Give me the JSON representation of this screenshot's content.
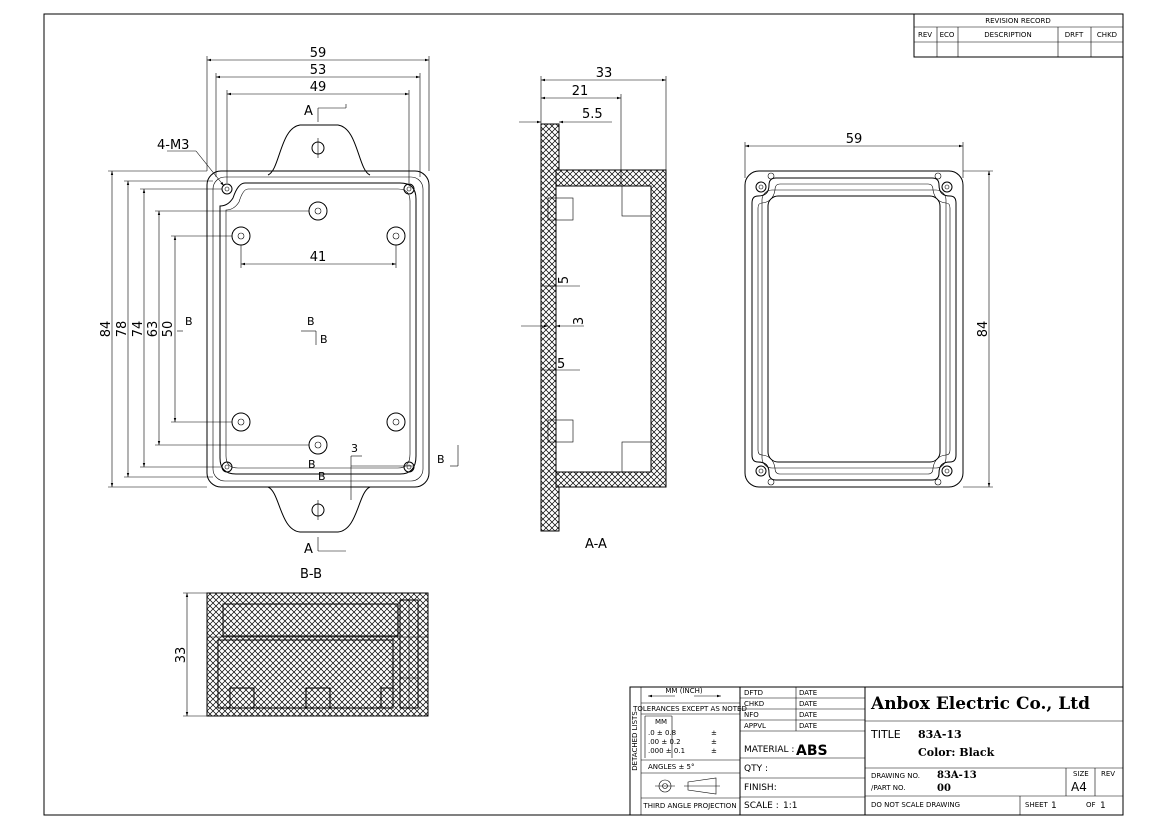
{
  "revision_block": {
    "title": "REVISION RECORD",
    "headers": [
      "REV",
      "ECO",
      "DESCRIPTION",
      "DRFT",
      "CHKD"
    ]
  },
  "top_view": {
    "hole_callout": "4-M3",
    "dim_59": "59",
    "dim_53": "53",
    "dim_49": "49",
    "dim_41": "41",
    "dim_84": "84",
    "dim_78": "78",
    "dim_74": "74",
    "dim_63": "63",
    "dim_50": "50",
    "dim_3": "3",
    "section_a_top": "A",
    "section_a_bottom": "A",
    "section_b_left": "B",
    "section_b_center_1": "B",
    "section_b_center_2": "B",
    "section_b_lower": "B",
    "section_b_right": "B",
    "section_b_lower_2": "B"
  },
  "section_a": {
    "dim_33": "33",
    "dim_21": "21",
    "dim_5_5": "5.5",
    "dim_5_upper": "5",
    "dim_3": "3",
    "dim_5_lower": "5",
    "caption": "A-A"
  },
  "lid_view": {
    "dim_59": "59",
    "dim_84": "84"
  },
  "section_b": {
    "caption": "B-B",
    "dim_33": "33"
  },
  "title_block": {
    "company": "Anbox Electric Co., Ltd",
    "title_label": "TITLE",
    "title_value": "83A-13",
    "color_value": "Color: Black",
    "mm_inch": "MM (INCH)",
    "tolerances": "TOLERANCES EXCEPT AS NOTED",
    "detached_lists": "DETACHED LISTS",
    "mm": "MM",
    "tol_rows": [
      ".0 ± 0.8",
      ".00 ± 0.2",
      ".000 ± 0.1"
    ],
    "plusminus": [
      "±",
      "±",
      "±"
    ],
    "angles": "ANGLES ± 5°",
    "projection": "THIRD ANGLE PROJECTION",
    "signoffs": [
      "DFTD",
      "CHKD",
      "NFO",
      "APPVL"
    ],
    "date_label": "DATE",
    "material_label": "MATERIAL :",
    "material_value": "ABS",
    "qty_label": "QTY :",
    "finish_label": "FINISH:",
    "scale_label": "SCALE :",
    "scale_value": "1:1",
    "drawing_no_label": "DRAWING NO.",
    "drawing_no_value": "83A-13",
    "part_no_label": "/PART NO.",
    "part_no_value": "00",
    "size_label": "SIZE",
    "size_value": "A4",
    "rev_label": "REV",
    "do_not_scale": "DO NOT SCALE DRAWING",
    "sheet_label": "SHEET",
    "sheet_value": "1",
    "of_label": "OF",
    "of_value": "1"
  }
}
